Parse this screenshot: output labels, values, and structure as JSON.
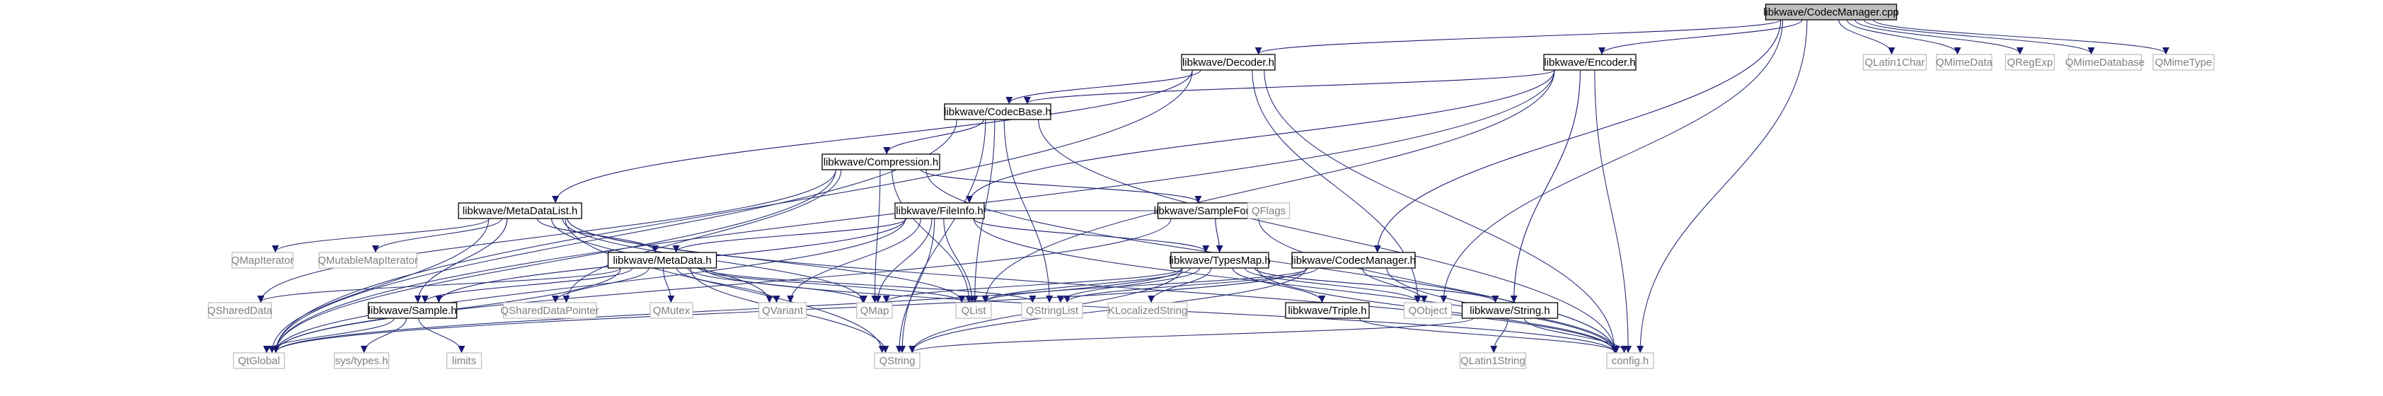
{
  "diagram": {
    "type": "include-dependency-graph",
    "colors": {
      "edge": "#191970",
      "main_fill": "#bfbfbf",
      "node_border": "#000000",
      "external_border": "#bfbfbf",
      "external_text": "#808080"
    },
    "nodes": [
      {
        "id": "main",
        "label": "libkwave/CodecManager.cpp",
        "kind": "main"
      },
      {
        "id": "decoder",
        "label": "libkwave/Decoder.h",
        "kind": "linked"
      },
      {
        "id": "encoder",
        "label": "libkwave/Encoder.h",
        "kind": "linked"
      },
      {
        "id": "codecbase",
        "label": "libkwave/CodecBase.h",
        "kind": "linked"
      },
      {
        "id": "compression",
        "label": "libkwave/Compression.h",
        "kind": "linked"
      },
      {
        "id": "metadatalist",
        "label": "libkwave/MetaDataList.h",
        "kind": "linked"
      },
      {
        "id": "fileinfo",
        "label": "libkwave/FileInfo.h",
        "kind": "linked"
      },
      {
        "id": "sampleformat",
        "label": "libkwave/SampleFormat.h",
        "kind": "linked"
      },
      {
        "id": "typesmap",
        "label": "libkwave/TypesMap.h",
        "kind": "linked"
      },
      {
        "id": "codecmanager",
        "label": "libkwave/CodecManager.h",
        "kind": "linked"
      },
      {
        "id": "metadata",
        "label": "libkwave/MetaData.h",
        "kind": "linked"
      },
      {
        "id": "sample",
        "label": "libkwave/Sample.h",
        "kind": "linked"
      },
      {
        "id": "triple",
        "label": "libkwave/Triple.h",
        "kind": "linked"
      },
      {
        "id": "string",
        "label": "libkwave/String.h",
        "kind": "linked"
      },
      {
        "id": "qlatin1char",
        "label": "QLatin1Char",
        "kind": "external"
      },
      {
        "id": "qmimedata",
        "label": "QMimeData",
        "kind": "external"
      },
      {
        "id": "qregexp",
        "label": "QRegExp",
        "kind": "external"
      },
      {
        "id": "qmimedatabase",
        "label": "QMimeDatabase",
        "kind": "external"
      },
      {
        "id": "qmimetype",
        "label": "QMimeType",
        "kind": "external"
      },
      {
        "id": "qflags",
        "label": "QFlags",
        "kind": "external"
      },
      {
        "id": "qmapiterator",
        "label": "QMapIterator",
        "kind": "external"
      },
      {
        "id": "qmutablemapiterator",
        "label": "QMutableMapIterator",
        "kind": "external"
      },
      {
        "id": "qshareddata",
        "label": "QSharedData",
        "kind": "external"
      },
      {
        "id": "qshareddatapointer",
        "label": "QSharedDataPointer",
        "kind": "external"
      },
      {
        "id": "qmutex",
        "label": "QMutex",
        "kind": "external"
      },
      {
        "id": "qvariant",
        "label": "QVariant",
        "kind": "external"
      },
      {
        "id": "qmap",
        "label": "QMap",
        "kind": "external"
      },
      {
        "id": "qlist",
        "label": "QList",
        "kind": "external"
      },
      {
        "id": "qstringlist",
        "label": "QStringList",
        "kind": "external"
      },
      {
        "id": "klocalizedstring",
        "label": "KLocalizedString",
        "kind": "external"
      },
      {
        "id": "qobject",
        "label": "QObject",
        "kind": "external"
      },
      {
        "id": "qtglobal",
        "label": "QtGlobal",
        "kind": "external"
      },
      {
        "id": "systypes",
        "label": "sys/types.h",
        "kind": "external"
      },
      {
        "id": "limits",
        "label": "limits",
        "kind": "external"
      },
      {
        "id": "qstring",
        "label": "QString",
        "kind": "external"
      },
      {
        "id": "qlatin1string",
        "label": "QLatin1String",
        "kind": "external"
      },
      {
        "id": "config",
        "label": "config.h",
        "kind": "external"
      }
    ],
    "edges": [
      [
        "main",
        "decoder"
      ],
      [
        "main",
        "encoder"
      ],
      [
        "main",
        "qlatin1char"
      ],
      [
        "main",
        "qmimedata"
      ],
      [
        "main",
        "qregexp"
      ],
      [
        "main",
        "qmimedatabase"
      ],
      [
        "main",
        "qmimetype"
      ],
      [
        "main",
        "codecmanager"
      ],
      [
        "main",
        "qobject"
      ],
      [
        "main",
        "config"
      ],
      [
        "decoder",
        "codecbase"
      ],
      [
        "decoder",
        "metadatalist"
      ],
      [
        "decoder",
        "qobject"
      ],
      [
        "decoder",
        "qtglobal"
      ],
      [
        "decoder",
        "config"
      ],
      [
        "encoder",
        "codecbase"
      ],
      [
        "encoder",
        "fileinfo"
      ],
      [
        "encoder",
        "qlist"
      ],
      [
        "encoder",
        "string"
      ],
      [
        "encoder",
        "config"
      ],
      [
        "encoder",
        "qtglobal"
      ],
      [
        "codecbase",
        "compression"
      ],
      [
        "codecbase",
        "qlist"
      ],
      [
        "codecbase",
        "qstringlist"
      ],
      [
        "codecbase",
        "qtglobal"
      ],
      [
        "codecbase",
        "qstring"
      ],
      [
        "codecbase",
        "config"
      ],
      [
        "compression",
        "sampleformat"
      ],
      [
        "compression",
        "qlist"
      ],
      [
        "compression",
        "qmap"
      ],
      [
        "compression",
        "qshareddatapointer"
      ],
      [
        "compression",
        "qshareddata"
      ],
      [
        "compression",
        "qtglobal"
      ],
      [
        "compression",
        "config"
      ],
      [
        "metadatalist",
        "metadata"
      ],
      [
        "metadatalist",
        "sample"
      ],
      [
        "metadatalist",
        "qmapiterator"
      ],
      [
        "metadatalist",
        "qmutablemapiterator"
      ],
      [
        "metadatalist",
        "qlist"
      ],
      [
        "metadatalist",
        "qmap"
      ],
      [
        "metadatalist",
        "qvariant"
      ],
      [
        "metadatalist",
        "qtglobal"
      ],
      [
        "metadatalist",
        "qstring"
      ],
      [
        "metadatalist",
        "config"
      ],
      [
        "fileinfo",
        "typesmap"
      ],
      [
        "fileinfo",
        "metadata"
      ],
      [
        "fileinfo",
        "qflags"
      ],
      [
        "fileinfo",
        "qmap"
      ],
      [
        "fileinfo",
        "qlist"
      ],
      [
        "fileinfo",
        "qvariant"
      ],
      [
        "fileinfo",
        "qstring"
      ],
      [
        "fileinfo",
        "qtglobal"
      ],
      [
        "fileinfo",
        "sample"
      ],
      [
        "fileinfo",
        "config"
      ],
      [
        "sampleformat",
        "typesmap"
      ],
      [
        "sampleformat",
        "config"
      ],
      [
        "sampleformat",
        "qtglobal"
      ],
      [
        "typesmap",
        "triple"
      ],
      [
        "typesmap",
        "qmap"
      ],
      [
        "typesmap",
        "qlist"
      ],
      [
        "typesmap",
        "qstringlist"
      ],
      [
        "typesmap",
        "klocalizedstring"
      ],
      [
        "typesmap",
        "qobject"
      ],
      [
        "typesmap",
        "string"
      ],
      [
        "typesmap",
        "qstring"
      ],
      [
        "typesmap",
        "qtglobal"
      ],
      [
        "typesmap",
        "config"
      ],
      [
        "codecmanager",
        "qlist"
      ],
      [
        "codecmanager",
        "qobject"
      ],
      [
        "codecmanager",
        "qstringlist"
      ],
      [
        "codecmanager",
        "qstring"
      ],
      [
        "codecmanager",
        "qtglobal"
      ],
      [
        "codecmanager",
        "config"
      ],
      [
        "metadata",
        "qshareddata"
      ],
      [
        "metadata",
        "qshareddatapointer"
      ],
      [
        "metadata",
        "qmutex"
      ],
      [
        "metadata",
        "qvariant"
      ],
      [
        "metadata",
        "qmap"
      ],
      [
        "metadata",
        "qlist"
      ],
      [
        "metadata",
        "qstring"
      ],
      [
        "metadata",
        "sample"
      ],
      [
        "metadata",
        "qtglobal"
      ],
      [
        "metadata",
        "config"
      ],
      [
        "metadata",
        "qstringlist"
      ],
      [
        "sample",
        "qtglobal"
      ],
      [
        "sample",
        "systypes"
      ],
      [
        "sample",
        "limits"
      ],
      [
        "triple",
        "config"
      ],
      [
        "string",
        "qlatin1string"
      ],
      [
        "string",
        "qstring"
      ],
      [
        "string",
        "config"
      ]
    ]
  }
}
